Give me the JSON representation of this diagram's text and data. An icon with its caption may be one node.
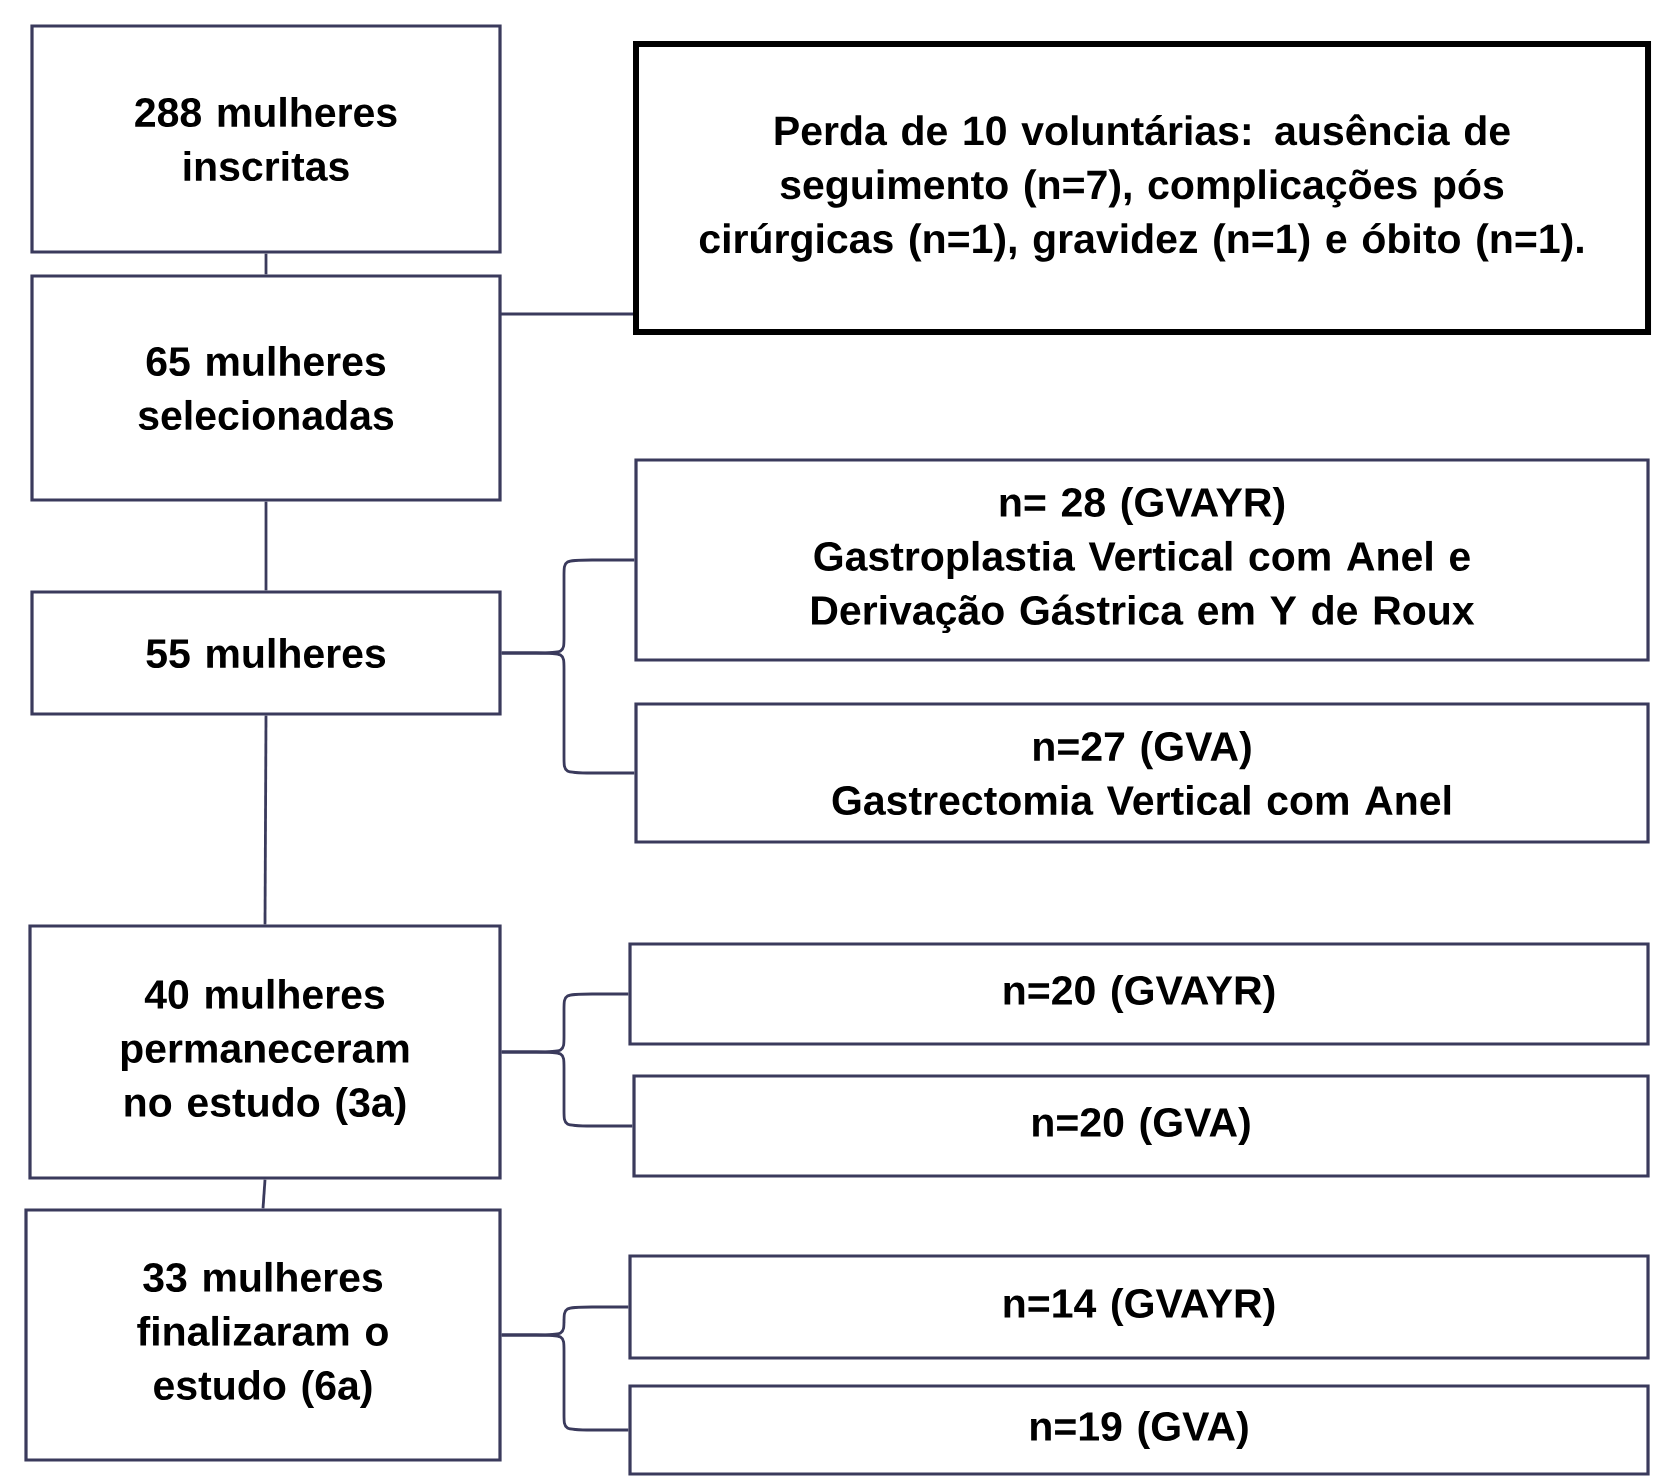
{
  "diagram": {
    "nodes": [
      {
        "text": [
          "288 mulheres inscritas"
        ]
      },
      {
        "text": [
          "Perda de 10 voluntárias: ausência de seguimento (n=7), complicações pós cirúrgicas (n=1), gravidez (n=1) e óbito (n=1)."
        ]
      },
      {
        "text": [
          "65 mulheres selecionadas"
        ]
      },
      {
        "text": [
          "55 mulheres"
        ]
      },
      {
        "text": [
          "n= 28 (GVAYR)",
          "Gastroplastia Vertical com Anel e Derivação Gástrica em Y de Roux"
        ]
      },
      {
        "text": [
          "n=27 (GVA)",
          "Gastrectomia Vertical com Anel"
        ]
      },
      {
        "text": [
          "40 mulheres permaneceram no estudo (3a)"
        ]
      },
      {
        "text": [
          "n=20 (GVAYR)"
        ]
      },
      {
        "text": [
          "n=20 (GVA)"
        ]
      },
      {
        "text": [
          "33 mulheres finalizaram o estudo (6a)"
        ]
      },
      {
        "text": [
          "n=14 (GVAYR)"
        ]
      },
      {
        "text": [
          "n=19 (GVA)"
        ]
      }
    ],
    "edges": [
      {
        "from": 0,
        "to": 2,
        "arrow": "none"
      },
      {
        "from": 2,
        "to": 1,
        "arrow": "none"
      },
      {
        "from": 2,
        "to": 3,
        "arrow": "none"
      },
      {
        "from": 3,
        "to": 4,
        "arrow": "none"
      },
      {
        "from": 3,
        "to": 5,
        "arrow": "none"
      },
      {
        "from": 3,
        "to": 6,
        "arrow": "none"
      },
      {
        "from": 6,
        "to": 7,
        "arrow": "none"
      },
      {
        "from": 6,
        "to": 8,
        "arrow": "none"
      },
      {
        "from": 6,
        "to": 9,
        "arrow": "none"
      },
      {
        "from": 9,
        "to": 10,
        "arrow": "none"
      },
      {
        "from": 9,
        "to": 11,
        "arrow": "none"
      }
    ]
  }
}
